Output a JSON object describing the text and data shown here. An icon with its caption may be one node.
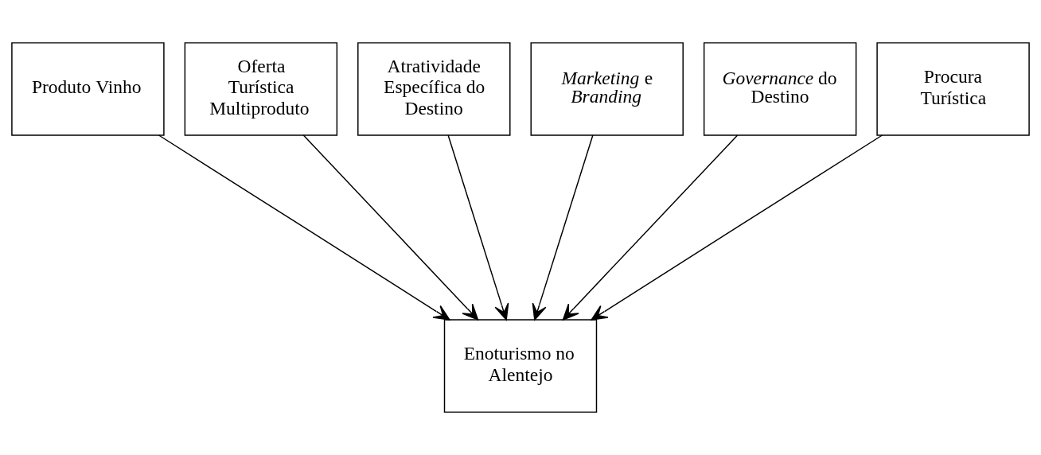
{
  "diagram": {
    "nodes": [
      {
        "text": [
          "Produto Vinho"
        ]
      },
      {
        "text": [
          "Oferta Turística Multiproduto"
        ]
      },
      {
        "text": [
          "Atratividade Específica do Destino"
        ]
      },
      {
        "text": [
          "*Marketing* e *Branding*"
        ]
      },
      {
        "text": [
          "*Governance* do Destino"
        ]
      },
      {
        "text": [
          "Procura Turística"
        ]
      },
      {
        "text": [
          "Enoturismo no Alentejo"
        ]
      }
    ],
    "edges": [
      {
        "from": 0,
        "to": 6,
        "arrow": "to"
      },
      {
        "from": 1,
        "to": 6,
        "arrow": "to"
      },
      {
        "from": 2,
        "to": 6,
        "arrow": "to"
      },
      {
        "from": 3,
        "to": 6,
        "arrow": "to"
      },
      {
        "from": 4,
        "to": 6,
        "arrow": "to"
      },
      {
        "from": 5,
        "to": 6,
        "arrow": "to"
      }
    ]
  }
}
